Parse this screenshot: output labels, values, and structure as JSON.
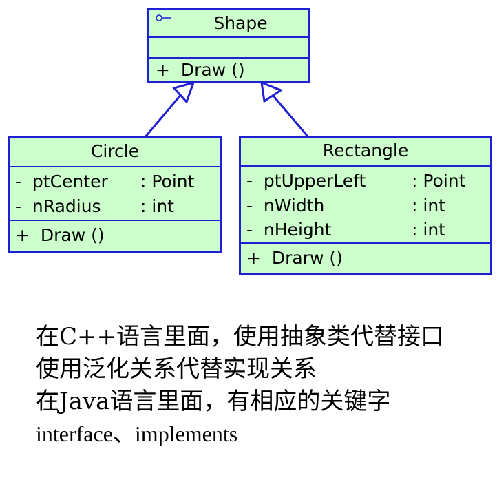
{
  "shape": {
    "stereotype_icon": "class-circle-icon",
    "name": "Shape",
    "operations": [
      "+  Draw ()"
    ]
  },
  "circle": {
    "name": "Circle",
    "attributes": [
      {
        "name": "-  ptCenter",
        "type": ": Point"
      },
      {
        "name": "-  nRadius",
        "type": ": int"
      }
    ],
    "operations": [
      "+  Draw ()"
    ]
  },
  "rectangle": {
    "name": "Rectangle",
    "attributes": [
      {
        "name": "-  ptUpperLeft",
        "type": ": Point"
      },
      {
        "name": "-  nWidth",
        "type": ": int"
      },
      {
        "name": "-  nHeight",
        "type": ": int"
      }
    ],
    "operations": [
      "+  Drarw ()"
    ]
  },
  "notes": [
    "在C++语言里面，使用抽象类代替接口",
    "使用泛化关系代替实现关系",
    "在Java语言里面，有相应的关键字",
    "interface、implements"
  ],
  "colors": {
    "fill": "#ccffcc",
    "border": "#1f1fd6"
  }
}
